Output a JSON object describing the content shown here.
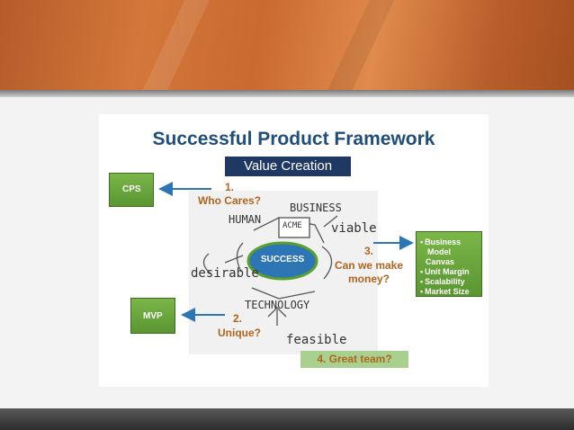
{
  "title": "Successful Product Framework",
  "value_creation": "Value Creation",
  "cps": "CPS",
  "mvp": "MVP",
  "q1_num": "1.",
  "q1_text": "Who Cares?",
  "q2_num": "2.",
  "q2_text": "Unique?",
  "q3_num": "3.",
  "q3_line1": "Can we make",
  "q3_line2": "money?",
  "q4": "4. Great team?",
  "bmc_items": [
    "Business",
    "Model Canvas",
    "Unit Margin",
    "Scalability",
    "Market Size"
  ],
  "sketch": {
    "success": "SUCCESS",
    "business": "BUSINESS",
    "human": "HUMAN",
    "acme": "ACME",
    "viable": "viable",
    "desirable": "desirable",
    "technology": "TECHNOLOGY",
    "feasible": "feasible"
  },
  "colors": {
    "title": "#1f4e79",
    "label": "#b0651e",
    "arrow": "#2e75b6",
    "green": "#70ad47",
    "success_fill": "#2e75b6"
  }
}
